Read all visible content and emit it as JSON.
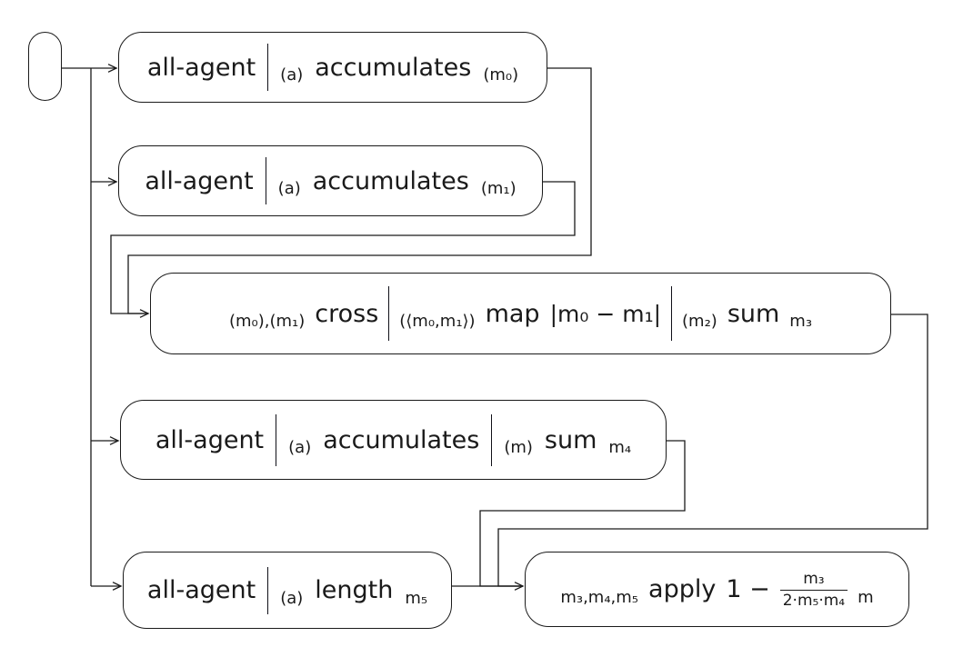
{
  "diagram": {
    "background_color": "#ffffff",
    "line_color": "#1a1a1a",
    "start_node": {
      "shape": "pill",
      "label": ""
    },
    "nodes": {
      "box1": {
        "kw1": "all-agent",
        "ann1": "(a)",
        "kw2": "accumulates",
        "ann2": "(m₀)"
      },
      "box2": {
        "kw1": "all-agent",
        "ann1": "(a)",
        "kw2": "accumulates",
        "ann2": "(m₁)"
      },
      "box3": {
        "ann0": "(m₀),(m₁)",
        "kw1": "cross",
        "ann1": "(⟨m₀,m₁⟩)",
        "kw2": "map",
        "math1": "|m₀ − m₁|",
        "ann2": "(m₂)",
        "kw3": "sum",
        "ann3": "m₃"
      },
      "box4": {
        "kw1": "all-agent",
        "ann1": "(a)",
        "kw2": "accumulates",
        "ann2": "(m)",
        "kw3": "sum",
        "ann3": "m₄"
      },
      "box5": {
        "kw1": "all-agent",
        "ann1": "(a)",
        "kw2": "length",
        "ann2": "m₅"
      },
      "box6": {
        "ann0": "m₃,m₄,m₅",
        "kw1": "apply",
        "math_pre": "1 −",
        "frac_num": "m₃",
        "frac_den": "2·m₅·m₄",
        "ann_out": "m"
      }
    },
    "edges": [
      "start → all-agent accumulates (m0)",
      "start → all-agent accumulates (m1)",
      "start → all-agent accumulates sum m4",
      "start → all-agent length m5",
      "accumulates (m0) → cross map sum m3",
      "accumulates (m1) → cross map sum m3",
      "cross map sum m3 → apply",
      "accumulates sum m4 → apply",
      "length m5 → apply"
    ]
  }
}
